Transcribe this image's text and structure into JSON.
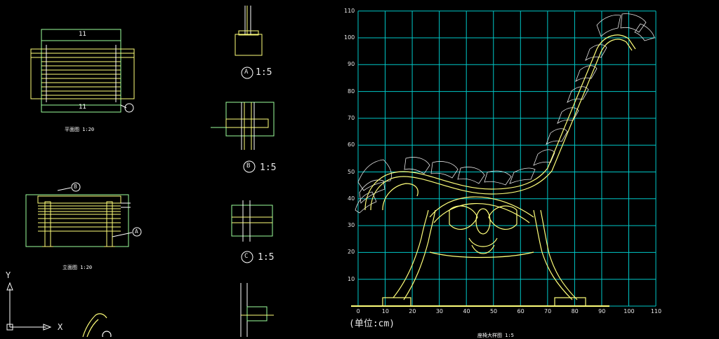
{
  "plan": {
    "caption": "平面图 1:20",
    "mark": "11"
  },
  "elevation": {
    "caption": "立面图 1:20",
    "marker_b": "B",
    "marker_a": "A"
  },
  "details": [
    {
      "letter": "A",
      "scale": "1:5"
    },
    {
      "letter": "B",
      "scale": "1:5"
    },
    {
      "letter": "C",
      "scale": "1:5"
    }
  ],
  "ucs": {
    "x_label": "X",
    "y_label": "Y"
  },
  "profile": {
    "caption": "座椅大样图 1:5",
    "unit_label": "(单位:cm)",
    "x_ticks": [
      "0",
      "10",
      "20",
      "30",
      "40",
      "50",
      "60",
      "70",
      "80",
      "90",
      "100",
      "110"
    ],
    "y_ticks": [
      "10",
      "20",
      "30",
      "40",
      "50",
      "60",
      "70",
      "80",
      "90",
      "100",
      "110"
    ]
  },
  "colors": {
    "grid": "#00c8c8",
    "bench": "#ffff7a",
    "slats": "#e6e6e6",
    "lines": "#ffffff"
  }
}
